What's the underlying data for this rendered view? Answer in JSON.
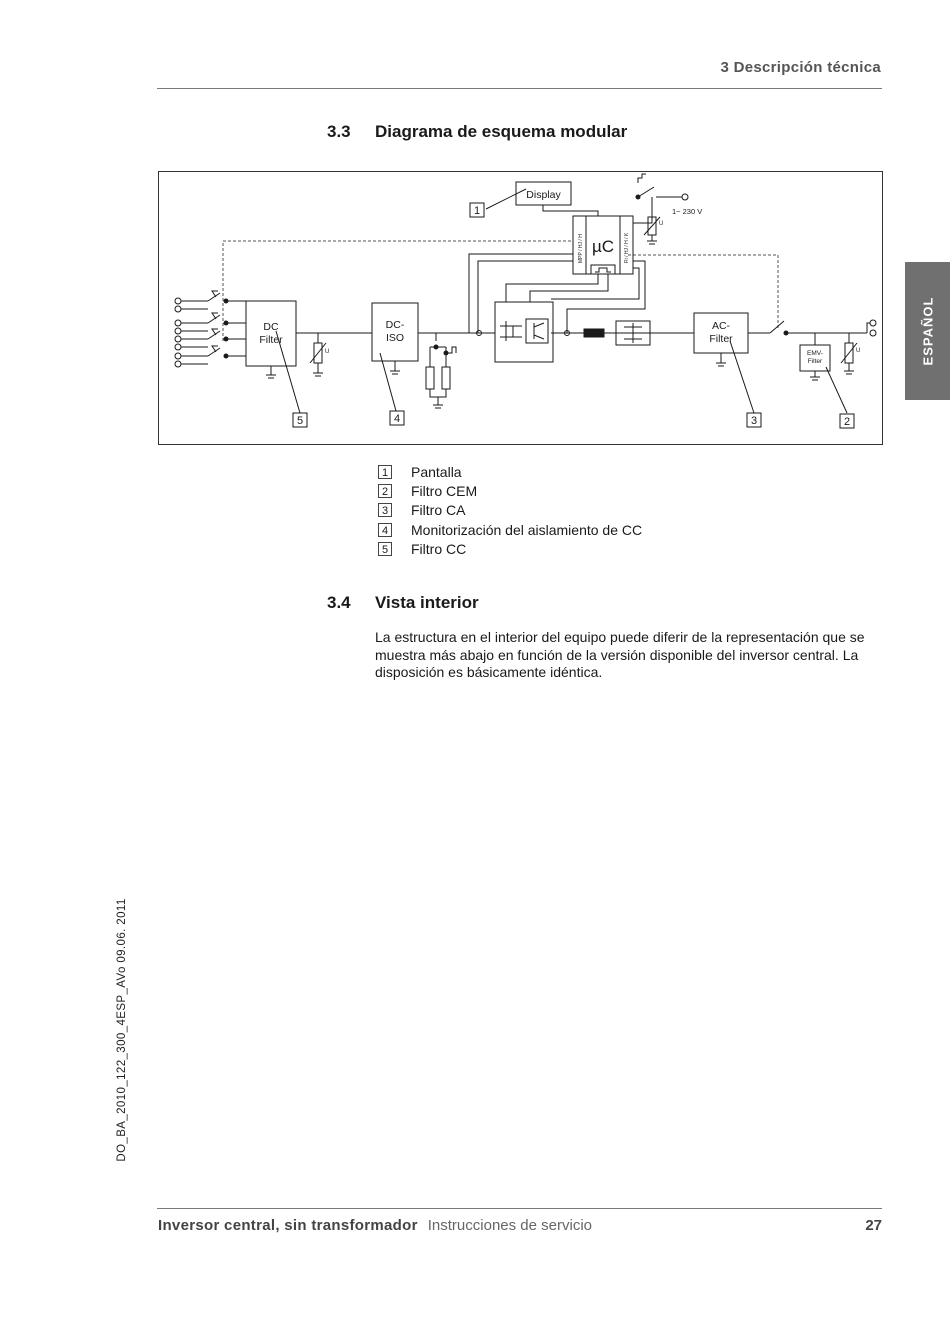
{
  "header": {
    "chapter": "3 Descripción técnica"
  },
  "section_3_3": {
    "number": "3.3",
    "title": "Diagrama de esquema modular"
  },
  "diagram": {
    "display_label": "Display",
    "mu_c_label": "µC",
    "mu_c_left_label": "MPP / HJ / H",
    "mu_c_right_label": "Ri / HJ / H / K",
    "voltage_label": "1~ 230 V",
    "dc_filter_line1": "DC",
    "dc_filter_line2": "Filter",
    "dc_iso_line1": "DC-",
    "dc_iso_line2": "ISO",
    "ac_filter_line1": "AC-",
    "ac_filter_line2": "Filter",
    "emv_filter_line1": "EMV-",
    "emv_filter_line2": "Filter",
    "varistor_label": "U",
    "callout_1": "1",
    "callout_2": "2",
    "callout_3": "3",
    "callout_4": "4",
    "callout_5": "5"
  },
  "legend": [
    {
      "number": "1",
      "label": "Pantalla"
    },
    {
      "number": "2",
      "label": "Filtro CEM"
    },
    {
      "number": "3",
      "label": "Filtro CA"
    },
    {
      "number": "4",
      "label": "Monitorización del aislamiento de CC"
    },
    {
      "number": "5",
      "label": "Filtro CC"
    }
  ],
  "section_3_4": {
    "number": "3.4",
    "title": "Vista interior",
    "body": "La estructura en el interior del equipo puede diferir de la representación que se muestra más abajo en función de la versión disponible del inversor central. La disposición es básicamente idéntica."
  },
  "sidebar": {
    "language_tab": "ESPAÑOL"
  },
  "side_note": "DO_BA_2010_122_300_4ESP_AVo   09.06. 2011",
  "footer": {
    "title": "Inversor central, sin transformador",
    "subtitle": "Instrucciones de servicio",
    "page_number": "27"
  }
}
